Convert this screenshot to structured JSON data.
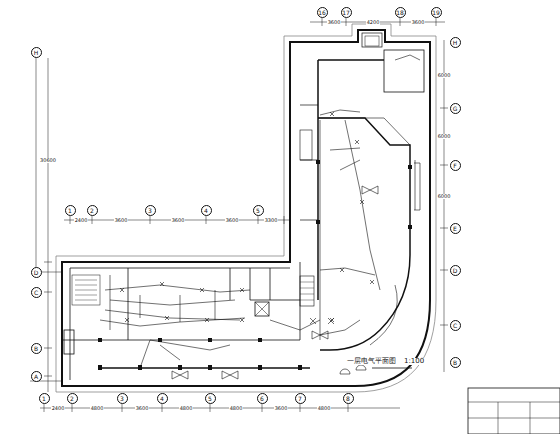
{
  "diagram": {
    "title": "一层电气平面图",
    "labels": [
      "16",
      "17",
      "18",
      "19",
      "H",
      "G",
      "F",
      "E",
      "D",
      "C",
      "B",
      "H",
      "D",
      "C",
      "B",
      "A",
      "1",
      "2",
      "3",
      "4",
      "5",
      "1",
      "2",
      "3",
      "4",
      "5",
      "6",
      "7",
      "8",
      "3600",
      "4200",
      "3600",
      "2400",
      "3600",
      "3600",
      "3600",
      "3300",
      "2400",
      "4800",
      "3600",
      "4800",
      "4800",
      "3600",
      "4800",
      "30600",
      "6000",
      "6000",
      "6000",
      "1:100"
    ]
  }
}
